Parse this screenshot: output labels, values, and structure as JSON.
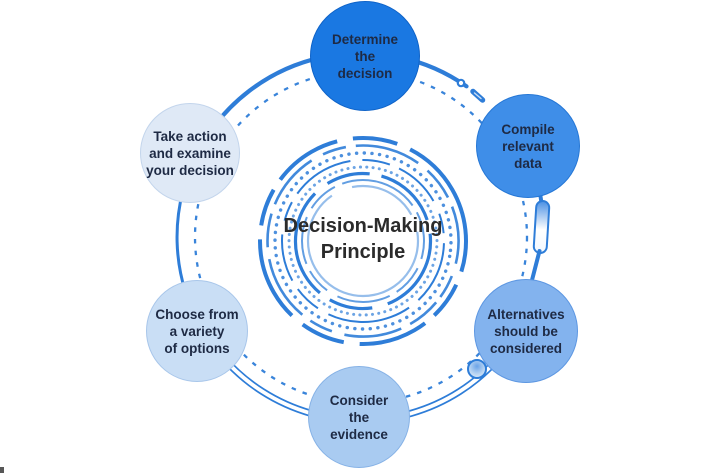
{
  "title": "Decision-Making\nPrinciple",
  "colors": {
    "arc": "#2e7dd8",
    "title_text": "#2b2b2b",
    "node_text": "#1e2a44",
    "background": "#ffffff"
  },
  "nodes": [
    {
      "id": "determine-the-decision",
      "label": "Determine\nthe\ndecision",
      "color": "#1a78e2",
      "border": "#0f63c8"
    },
    {
      "id": "compile-relevant-data",
      "label": "Compile\nrelevant\ndata",
      "color": "#3f8ee8",
      "border": "#2577d6"
    },
    {
      "id": "alternatives-should-be-considered",
      "label": "Alternatives\nshould be\nconsidered",
      "color": "#83b3ee",
      "border": "#5d97e2"
    },
    {
      "id": "consider-the-evidence",
      "label": "Consider\nthe\nevidence",
      "color": "#a9cbf1",
      "border": "#86b2e6"
    },
    {
      "id": "choose-from-a-variety-of-options",
      "label": "Choose from\na variety\nof options",
      "color": "#c9def5",
      "border": "#a8c6ea"
    },
    {
      "id": "take-action-and-examine-your-decision",
      "label": "Take action\nand examine\nyour decision",
      "color": "#dfe9f6",
      "border": "#c3d5ec"
    }
  ]
}
